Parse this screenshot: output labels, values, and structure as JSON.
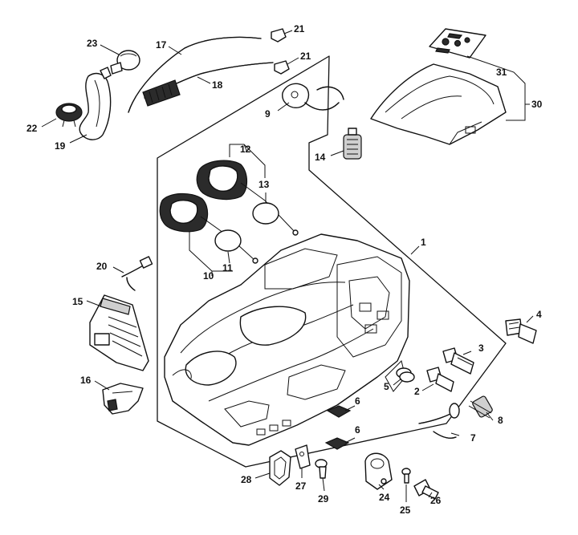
{
  "callouts": {
    "c1": "1",
    "c2": "2",
    "c3": "3",
    "c4": "4",
    "c5": "5",
    "c6a": "6",
    "c6b": "6",
    "c7": "7",
    "c8": "8",
    "c9": "9",
    "c10": "10",
    "c11": "11",
    "c12": "12",
    "c13": "13",
    "c14": "14",
    "c15": "15",
    "c16": "16",
    "c17": "17",
    "c18": "18",
    "c19": "19",
    "c20": "20",
    "c21a": "21",
    "c21b": "21",
    "c22": "22",
    "c23": "23",
    "c24": "24",
    "c25": "25",
    "c26": "26",
    "c27": "27",
    "c28": "28",
    "c29": "29",
    "c30": "30",
    "c31": "31"
  }
}
